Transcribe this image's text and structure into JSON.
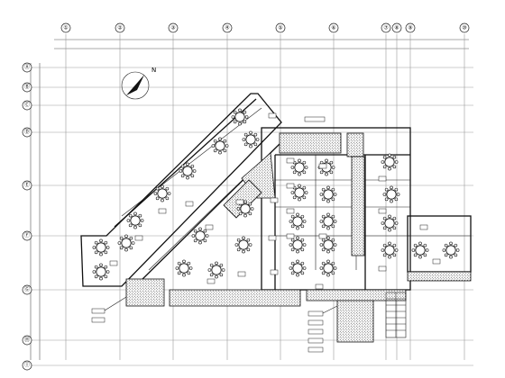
{
  "compass_label": "N",
  "columns": [
    {
      "id": "col-1",
      "label": "①"
    },
    {
      "id": "col-2",
      "label": "②"
    },
    {
      "id": "col-3",
      "label": "③"
    },
    {
      "id": "col-4",
      "label": "④"
    },
    {
      "id": "col-5",
      "label": "⑤"
    },
    {
      "id": "col-6",
      "label": "⑥"
    },
    {
      "id": "col-7",
      "label": "⑦"
    },
    {
      "id": "col-8",
      "label": "⑧"
    },
    {
      "id": "col-9",
      "label": "⑨"
    },
    {
      "id": "col-10",
      "label": "⑩"
    }
  ],
  "rows": [
    {
      "id": "row-a",
      "label": "Ⓐ"
    },
    {
      "id": "row-b",
      "label": "Ⓑ"
    },
    {
      "id": "row-c",
      "label": "Ⓒ"
    },
    {
      "id": "row-d",
      "label": "Ⓓ"
    },
    {
      "id": "row-e",
      "label": "Ⓔ"
    },
    {
      "id": "row-f",
      "label": "Ⓕ"
    },
    {
      "id": "row-g",
      "label": "Ⓖ"
    },
    {
      "id": "row-h",
      "label": "Ⓗ"
    },
    {
      "id": "row-i",
      "label": "Ⓘ"
    }
  ]
}
